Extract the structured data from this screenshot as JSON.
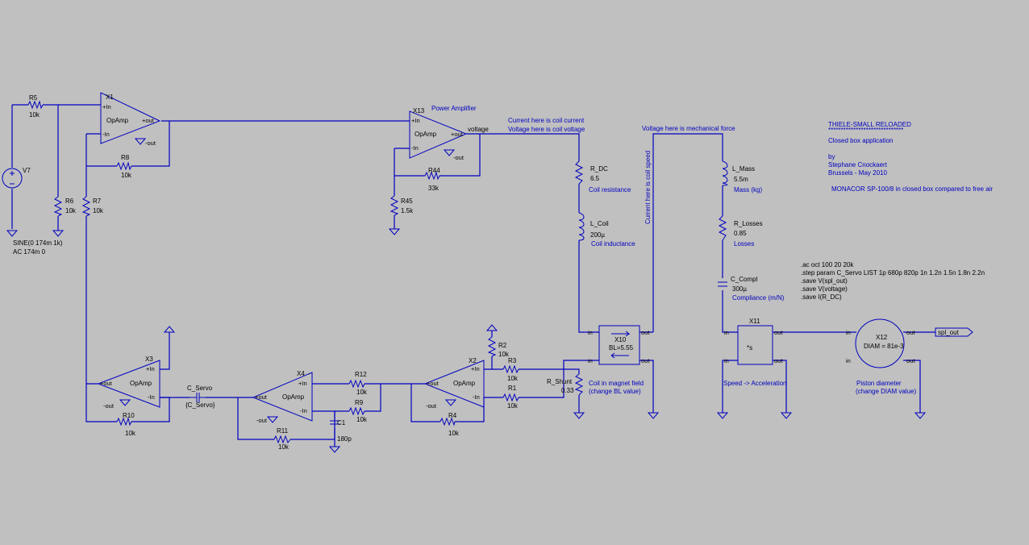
{
  "components": {
    "v7": {
      "ref": "V7",
      "value1": "SINE(0 174m 1k)",
      "value2": "AC 174m 0"
    },
    "r5": {
      "ref": "R5",
      "value": "10k"
    },
    "r6": {
      "ref": "R6",
      "value": "10k"
    },
    "r7": {
      "ref": "R7",
      "value": "10k"
    },
    "r8": {
      "ref": "R8",
      "value": "10k"
    },
    "x1": {
      "ref": "X1",
      "type": "OpAmp"
    },
    "x13": {
      "ref": "X13",
      "type": "OpAmp"
    },
    "r44": {
      "ref": "R44",
      "value": "33k"
    },
    "r45": {
      "ref": "R45",
      "value": "1.5k"
    },
    "x3": {
      "ref": "X3",
      "type": "OpAmp"
    },
    "r10": {
      "ref": "R10",
      "value": "10k"
    },
    "c_servo": {
      "ref": "C_Servo",
      "value": "{C_Servo}"
    },
    "x4": {
      "ref": "X4",
      "type": "OpAmp"
    },
    "r11": {
      "ref": "R11",
      "value": "10k"
    },
    "r12": {
      "ref": "R12",
      "value": "10k"
    },
    "r9": {
      "ref": "R9",
      "value": "10k"
    },
    "c1": {
      "ref": "C1",
      "value": "180p"
    },
    "x2": {
      "ref": "X2",
      "type": "OpAmp"
    },
    "r2": {
      "ref": "R2",
      "value": "10k"
    },
    "r3": {
      "ref": "R3",
      "value": "10k"
    },
    "r1": {
      "ref": "R1",
      "value": "10k"
    },
    "r4": {
      "ref": "R4",
      "value": "10k"
    },
    "r_shunt": {
      "ref": "R_Shunt",
      "value": "0.33"
    },
    "r_dc": {
      "ref": "R_DC",
      "value": "6.5",
      "desc": "Coil resistance"
    },
    "l_coil": {
      "ref": "L_Coil",
      "value": "200µ",
      "desc": "Coil inductance"
    },
    "x10": {
      "ref": "X10",
      "value": "BL=5.55",
      "desc1": "Coil in magnet field",
      "desc2": "(change BL value)"
    },
    "l_mass": {
      "ref": "L_Mass",
      "value": "5.5m",
      "desc": "Mass (kg)"
    },
    "r_losses": {
      "ref": "R_Losses",
      "value": "0.85",
      "desc": "Losses"
    },
    "c_compl": {
      "ref": "C_Compl",
      "value": "300µ",
      "desc": "Compliance (m/N)"
    },
    "x11": {
      "ref": "X11",
      "value": "*s",
      "desc": "Speed -> Acceleration"
    },
    "x12": {
      "ref": "X12",
      "value": "DIAM = 81e-3",
      "desc1": "Piston diameter",
      "desc2": "(change DIAM value)"
    }
  },
  "pins": {
    "plus_in": "+In",
    "minus_in": "-In",
    "plus_out": "+out",
    "minus_out": "-out",
    "in": "in",
    "out": "out"
  },
  "nets": {
    "voltage": "voltage",
    "spl_out": "spl_out"
  },
  "notes": {
    "power_amplifier": "Power Amplifier",
    "current_coil": "Current here is coil current",
    "voltage_coil": "Voltage here is coil voltage",
    "voltage_force": "Voltage here is mechanical force",
    "current_speed": "Current here is coil speed",
    "title": "THIELE-SMALL RELOADED",
    "underline": "******************************",
    "subtitle": "Closed box application",
    "by": "by",
    "author": "Stephane Cnockaert",
    "place_date": "Brussels - May 2010",
    "monacor": "MONACOR  SP-100/8 in closed box compared to free air"
  },
  "directives": [
    ".ac oct 100 20 20k",
    ".step param C_Servo LIST 1p 680p 820p 1n 1.2n 1.5n 1.8n 2.2n",
    ".save V(spl_out)",
    ".save V(voltage)",
    ".save I(R_DC)"
  ],
  "colors": {
    "background": "#c0c0c0",
    "wire": "#0000c0",
    "label": "#000000",
    "comment": "#0000c0"
  }
}
